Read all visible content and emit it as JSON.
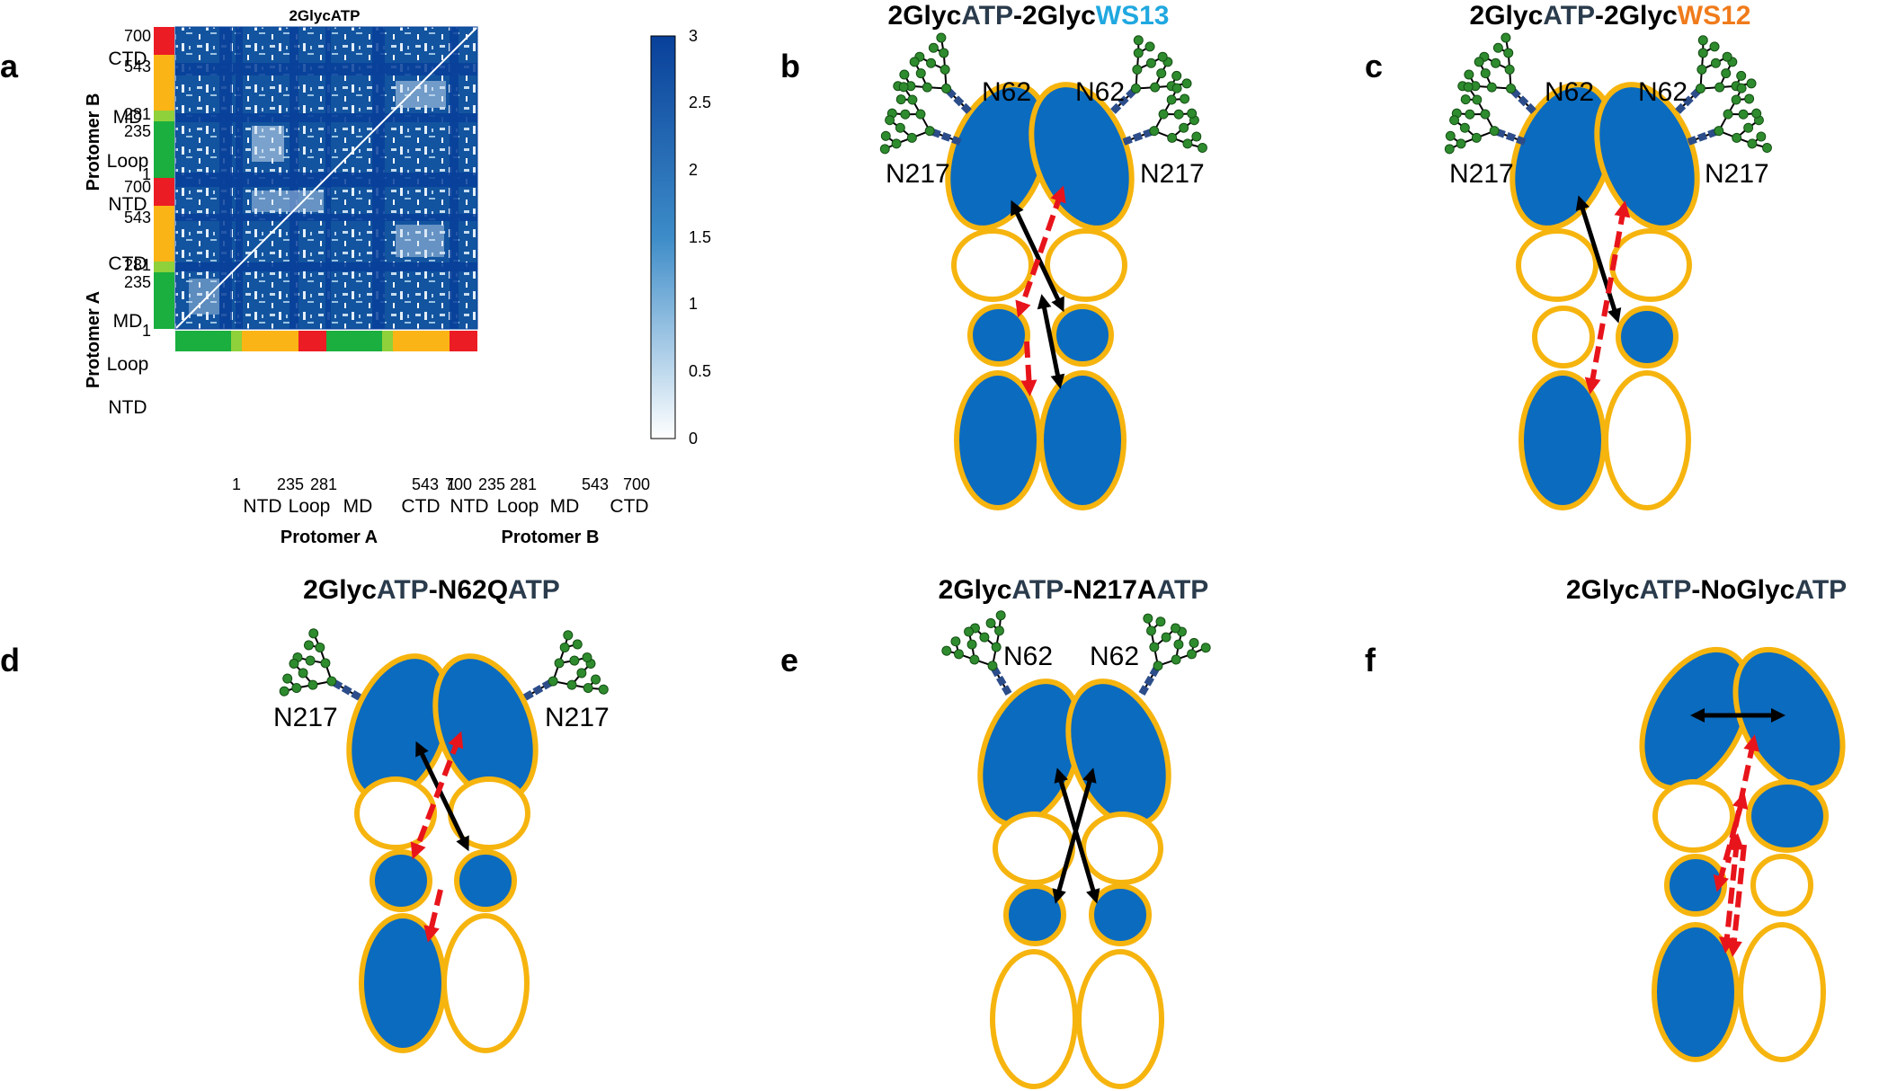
{
  "colors": {
    "protein_fill": "#0b6bbf",
    "protein_outline": "#f6b40e",
    "arrow_black": "#000000",
    "arrow_red": "#e8141b",
    "title_dark": "#2a3b4c",
    "title_black": "#000000",
    "ws13": "#20a8e0",
    "ws12": "#f07b1b",
    "glycan_node": "#2e8b2e",
    "glycan_core": "#2c4d8a",
    "domain_ntd": "#1aaf3f",
    "domain_loop": "#8fd13a",
    "domain_md": "#fbb416",
    "domain_ctd": "#ec1c24",
    "heatmap_low": "#ffffff",
    "heatmap_high": "#08409a"
  },
  "panel_labels": {
    "a": "a",
    "b": "b",
    "c": "c",
    "d": "d",
    "e": "e",
    "f": "f"
  },
  "titles": {
    "b": [
      "2Glyc",
      "ATP",
      "-2Glyc",
      "WS13"
    ],
    "c": [
      "2Glyc",
      "ATP",
      "-2Glyc",
      "WS12"
    ],
    "d": [
      "2Glyc",
      "ATP",
      "-N62Q",
      "ATP"
    ],
    "e": [
      "2Glyc",
      "ATP",
      "-N217A",
      "ATP"
    ],
    "f": [
      "2Glyc",
      "ATP",
      "-NoGlyc",
      "ATP"
    ]
  },
  "residue_labels": {
    "n62": "N62",
    "n217": "N217"
  },
  "heatmap": {
    "title": "2GlycATP",
    "colorbar_ticks": [
      "3",
      "2.5",
      "2",
      "1.5",
      "1",
      "0.5",
      "0"
    ],
    "colorbar_range": [
      0,
      3
    ],
    "protomer_a": "Protomer A",
    "protomer_b": "Protomer B",
    "domains": [
      "NTD",
      "Loop",
      "MD",
      "CTD"
    ],
    "boundaries": [
      "1",
      "235",
      "281",
      "543",
      "700"
    ]
  }
}
